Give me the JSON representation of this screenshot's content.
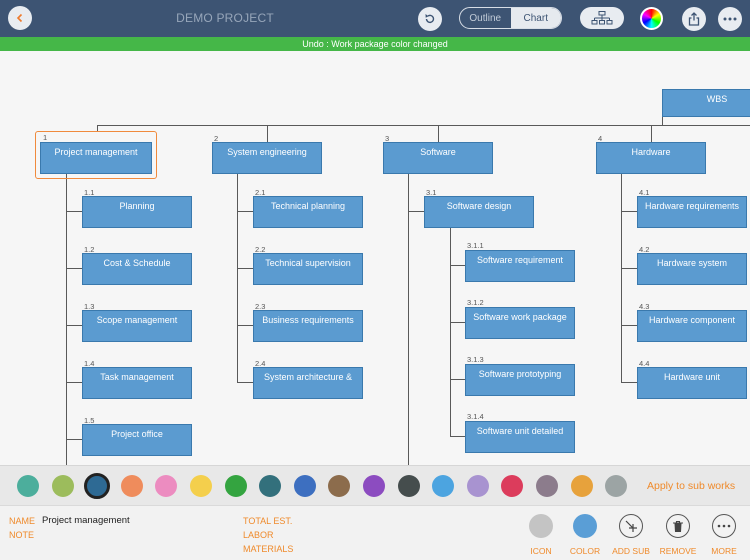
{
  "toolbar": {
    "title": "DEMO PROJECT",
    "outline_label": "Outline",
    "chart_label": "Chart",
    "undo_message": "Undo : Work package color changed"
  },
  "chart": {
    "root": {
      "label": "WBS"
    },
    "columns": [
      {
        "num": "1",
        "label": "Project management",
        "children": [
          {
            "num": "1.1",
            "label": "Planning"
          },
          {
            "num": "1.2",
            "label": "Cost & Schedule"
          },
          {
            "num": "1.3",
            "label": "Scope management"
          },
          {
            "num": "1.4",
            "label": "Task management"
          },
          {
            "num": "1.5",
            "label": "Project office"
          }
        ]
      },
      {
        "num": "2",
        "label": "System engineering",
        "children": [
          {
            "num": "2.1",
            "label": "Technical planning"
          },
          {
            "num": "2.2",
            "label": "Technical supervision"
          },
          {
            "num": "2.3",
            "label": "Business requirements"
          },
          {
            "num": "2.4",
            "label": "System architecture &"
          }
        ]
      },
      {
        "num": "3",
        "label": "Software",
        "children": [
          {
            "num": "3.1",
            "label": "Software design",
            "children": [
              {
                "num": "3.1.1",
                "label": "Software requirement"
              },
              {
                "num": "3.1.2",
                "label": "Software work package"
              },
              {
                "num": "3.1.3",
                "label": "Software prototyping"
              },
              {
                "num": "3.1.4",
                "label": "Software unit detailed"
              }
            ]
          }
        ]
      },
      {
        "num": "4",
        "label": "Hardware",
        "children": [
          {
            "num": "4.1",
            "label": "Hardware requirements"
          },
          {
            "num": "4.2",
            "label": "Hardware system"
          },
          {
            "num": "4.3",
            "label": "Hardware component"
          },
          {
            "num": "4.4",
            "label": "Hardware unit"
          }
        ]
      }
    ]
  },
  "palette": {
    "colors": [
      "#4cae9c",
      "#9cbc5c",
      "#2e6a94",
      "#ef8c5c",
      "#ec8cc0",
      "#f4cf4c",
      "#34a440",
      "#33707c",
      "#3d6fc0",
      "#8c6c4c",
      "#8c4cc0",
      "#454d4d",
      "#4ca4e0",
      "#a893d0",
      "#dc3c5c",
      "#8c7c8c",
      "#e7a23c",
      "#9ca4a4"
    ],
    "selected_index": 2,
    "apply_label": "Apply to sub works"
  },
  "details": {
    "name_label": "NAME",
    "name_value": "Project management",
    "note_label": "NOTE",
    "total_label": "TOTAL EST.",
    "labor_label": "LABOR",
    "materials_label": "MATERIALS"
  },
  "actions": [
    {
      "label": "ICON",
      "icon": "icon-placeholder-icon",
      "color": "#c4c4c4"
    },
    {
      "label": "COLOR",
      "icon": "color-dot-icon",
      "color": "#5a9ed6"
    },
    {
      "label": "ADD SUB",
      "icon": "add-sub-icon",
      "color": ""
    },
    {
      "label": "REMOVE",
      "icon": "trash-icon",
      "color": ""
    },
    {
      "label": "MORE",
      "icon": "ellipsis-icon",
      "color": ""
    }
  ]
}
